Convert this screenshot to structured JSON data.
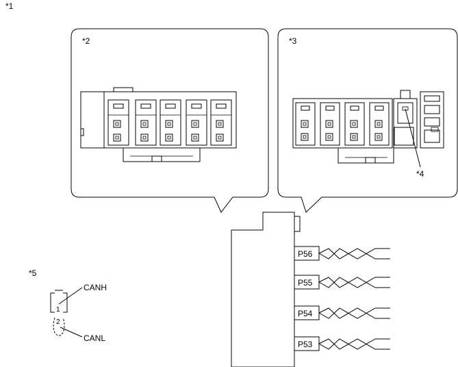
{
  "labels": {
    "n1": "*1",
    "n2": "*2",
    "n3": "*3",
    "n4": "*4",
    "n5": "*5"
  },
  "pins": [
    "P56",
    "P55",
    "P54",
    "P53"
  ],
  "legend": {
    "canh": "CANH",
    "canl": "CANL",
    "pin1": "1",
    "pin2": "2"
  }
}
